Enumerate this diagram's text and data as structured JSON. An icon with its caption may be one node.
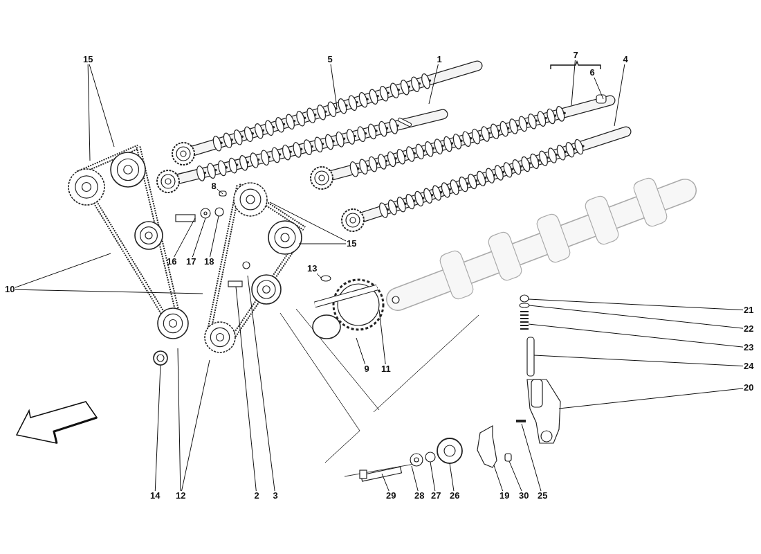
{
  "diagram": {
    "nodes": [
      {
        "text": [
          "15"
        ]
      },
      {
        "text": [
          "5"
        ]
      },
      {
        "text": [
          "1"
        ]
      },
      {
        "text": [
          "7"
        ]
      },
      {
        "text": [
          "4"
        ]
      },
      {
        "text": [
          "6"
        ]
      },
      {
        "text": [
          "8"
        ]
      },
      {
        "text": [
          "15"
        ]
      },
      {
        "text": [
          "16"
        ]
      },
      {
        "text": [
          "17"
        ]
      },
      {
        "text": [
          "18"
        ]
      },
      {
        "text": [
          "13"
        ]
      },
      {
        "text": [
          "10"
        ]
      },
      {
        "text": [
          "21"
        ]
      },
      {
        "text": [
          "22"
        ]
      },
      {
        "text": [
          "23"
        ]
      },
      {
        "text": [
          "24"
        ]
      },
      {
        "text": [
          "9"
        ]
      },
      {
        "text": [
          "11"
        ]
      },
      {
        "text": [
          "20"
        ]
      },
      {
        "text": [
          "14"
        ]
      },
      {
        "text": [
          "12"
        ]
      },
      {
        "text": [
          "2"
        ]
      },
      {
        "text": [
          "3"
        ]
      },
      {
        "text": [
          "29"
        ]
      },
      {
        "text": [
          "28"
        ]
      },
      {
        "text": [
          "27"
        ]
      },
      {
        "text": [
          "26"
        ]
      },
      {
        "text": [
          "19"
        ]
      },
      {
        "text": [
          "30"
        ]
      },
      {
        "text": [
          "25"
        ]
      }
    ],
    "edges": [
      {
        "from": 0,
        "to": null,
        "arrow": "none"
      },
      {
        "from": 0,
        "to": null,
        "arrow": "none"
      },
      {
        "from": 1,
        "to": null,
        "arrow": "none"
      },
      {
        "from": 2,
        "to": null,
        "arrow": "none"
      },
      {
        "from": 3,
        "to": null,
        "arrow": "none"
      },
      {
        "from": 4,
        "to": null,
        "arrow": "none"
      },
      {
        "from": 5,
        "to": null,
        "arrow": "none"
      },
      {
        "from": 6,
        "to": null,
        "arrow": "none"
      },
      {
        "from": 7,
        "to": null,
        "arrow": "none"
      },
      {
        "from": 7,
        "to": null,
        "arrow": "none"
      },
      {
        "from": 8,
        "to": null,
        "arrow": "none"
      },
      {
        "from": 9,
        "to": null,
        "arrow": "none"
      },
      {
        "from": 10,
        "to": null,
        "arrow": "none"
      },
      {
        "from": 11,
        "to": null,
        "arrow": "none"
      },
      {
        "from": 12,
        "to": null,
        "arrow": "none"
      },
      {
        "from": 12,
        "to": null,
        "arrow": "none"
      },
      {
        "from": 13,
        "to": null,
        "arrow": "none"
      },
      {
        "from": 14,
        "to": null,
        "arrow": "none"
      },
      {
        "from": 15,
        "to": null,
        "arrow": "none"
      },
      {
        "from": 16,
        "to": null,
        "arrow": "none"
      },
      {
        "from": 17,
        "to": null,
        "arrow": "none"
      },
      {
        "from": 18,
        "to": null,
        "arrow": "none"
      },
      {
        "from": 19,
        "to": null,
        "arrow": "none"
      },
      {
        "from": 20,
        "to": null,
        "arrow": "none"
      },
      {
        "from": 21,
        "to": null,
        "arrow": "none"
      },
      {
        "from": 21,
        "to": null,
        "arrow": "none"
      },
      {
        "from": 22,
        "to": null,
        "arrow": "none"
      },
      {
        "from": 23,
        "to": null,
        "arrow": "none"
      },
      {
        "from": 24,
        "to": null,
        "arrow": "none"
      },
      {
        "from": 25,
        "to": null,
        "arrow": "none"
      },
      {
        "from": 26,
        "to": null,
        "arrow": "none"
      },
      {
        "from": 27,
        "to": null,
        "arrow": "none"
      },
      {
        "from": 28,
        "to": null,
        "arrow": "none"
      },
      {
        "from": 29,
        "to": null,
        "arrow": "none"
      },
      {
        "from": 30,
        "to": null,
        "arrow": "none"
      }
    ]
  }
}
